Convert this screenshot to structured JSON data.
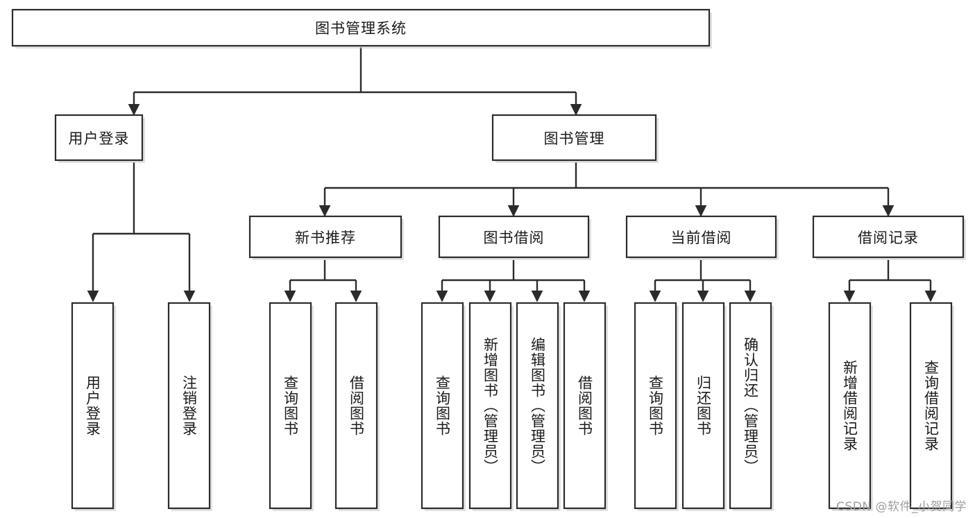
{
  "diagram": {
    "type": "tree-hierarchy",
    "title": "图书管理系统",
    "orientation": "top-down",
    "watermark": "CSDN @软件_小贺同学",
    "colors": {
      "box_stroke": "#2b2b2b",
      "box_fill": "#ffffff",
      "connector": "#2b2b2b",
      "text": "#1a1a1a",
      "shadow": "#c9c9c9",
      "watermark": "#9e9e9e"
    },
    "root": {
      "label": "图书管理系统",
      "orientation": "horizontal"
    },
    "level2": [
      {
        "id": "user-login",
        "label": "用户登录",
        "orientation": "horizontal"
      },
      {
        "id": "book-manage",
        "label": "图书管理",
        "orientation": "horizontal"
      }
    ],
    "level3": [
      {
        "id": "new-book-rec",
        "label": "新书推荐",
        "orientation": "horizontal",
        "parent": "book-manage"
      },
      {
        "id": "book-borrow",
        "label": "图书借阅",
        "orientation": "horizontal",
        "parent": "book-manage"
      },
      {
        "id": "current-borrow",
        "label": "当前借阅",
        "orientation": "horizontal",
        "parent": "book-manage"
      },
      {
        "id": "borrow-record",
        "label": "借阅记录",
        "orientation": "horizontal",
        "parent": "book-manage"
      }
    ],
    "leaves": [
      {
        "id": "leaf-user-login",
        "label": "用户登录",
        "orientation": "vertical",
        "parent": "user-login"
      },
      {
        "id": "leaf-logout",
        "label": "注销登录",
        "orientation": "vertical",
        "parent": "user-login"
      },
      {
        "id": "leaf-query-book-1",
        "label": "查询图书",
        "orientation": "vertical",
        "parent": "new-book-rec"
      },
      {
        "id": "leaf-borrow-book-1",
        "label": "借阅图书",
        "orientation": "vertical",
        "parent": "new-book-rec"
      },
      {
        "id": "leaf-query-book-2",
        "label": "查询图书",
        "orientation": "vertical",
        "parent": "book-borrow"
      },
      {
        "id": "leaf-add-book",
        "label": "新增图书（管理员）",
        "orientation": "vertical",
        "parent": "book-borrow"
      },
      {
        "id": "leaf-edit-book",
        "label": "编辑图书（管理员）",
        "orientation": "vertical",
        "parent": "book-borrow"
      },
      {
        "id": "leaf-borrow-book-2",
        "label": "借阅图书",
        "orientation": "vertical",
        "parent": "book-borrow"
      },
      {
        "id": "leaf-query-book-3",
        "label": "查询图书",
        "orientation": "vertical",
        "parent": "current-borrow"
      },
      {
        "id": "leaf-return-book",
        "label": "归还图书",
        "orientation": "vertical",
        "parent": "current-borrow"
      },
      {
        "id": "leaf-confirm-return",
        "label": "确认归还（管理员）",
        "orientation": "vertical",
        "parent": "current-borrow"
      },
      {
        "id": "leaf-add-record",
        "label": "新增借阅记录",
        "orientation": "vertical",
        "parent": "borrow-record"
      },
      {
        "id": "leaf-query-record",
        "label": "查询借阅记录",
        "orientation": "vertical",
        "parent": "borrow-record"
      }
    ]
  }
}
